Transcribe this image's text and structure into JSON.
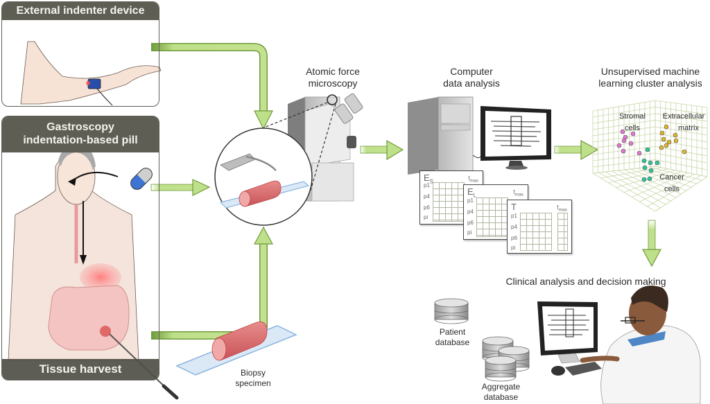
{
  "figure": {
    "panels": {
      "external": {
        "title": "External indenter device"
      },
      "gastroscopy": {
        "title_line1": "Gastroscopy",
        "title_line2": "indentation-based pill"
      },
      "tissue": {
        "title": "Tissue harvest"
      }
    },
    "afm": {
      "line1": "Atomic force",
      "line2": "microscopy"
    },
    "biopsy": {
      "line1": "Biopsy",
      "line2": "specimen"
    },
    "computer": {
      "line1": "Computer",
      "line2": "data analysis"
    },
    "sheets": [
      {
        "title": "E",
        "subscript": "S",
        "fmax": "f",
        "fmax_sub": "max",
        "rows": [
          "p1",
          "p4",
          "p6",
          "pi"
        ]
      },
      {
        "title": "E",
        "subscript": "L",
        "fmax": "f",
        "fmax_sub": "max",
        "rows": [
          "p1",
          "p4",
          "p6",
          "pi"
        ]
      },
      {
        "title": "T",
        "subscript": "",
        "fmax": "f",
        "fmax_sub": "max",
        "rows": [
          "p1",
          "p4",
          "p6",
          "pi"
        ]
      }
    ],
    "ml": {
      "line1": "Unsupervised machine",
      "line2": "learning cluster analysis",
      "clusters": [
        {
          "label_line1": "Stromal",
          "label_line2": "cells",
          "color": "#e277d4"
        },
        {
          "label_line1": "Extracellular",
          "label_line2": "matrix",
          "color": "#e0b52a"
        },
        {
          "label_line1": "Cancer",
          "label_line2": "cells",
          "color": "#2dc59a"
        }
      ]
    },
    "clinical": {
      "title": "Clinical analysis and decision making",
      "patient_db": {
        "line1": "Patient",
        "line2": "database"
      },
      "aggregate_db": {
        "line1": "Aggregate",
        "line2": "database"
      }
    },
    "colors": {
      "arrow_fill": "#bfe08a",
      "arrow_stroke": "#6f9a3a",
      "panel_header": "#5f5e55",
      "panel_bg": "#f0f8e0",
      "tissue": "#d9666a"
    }
  }
}
